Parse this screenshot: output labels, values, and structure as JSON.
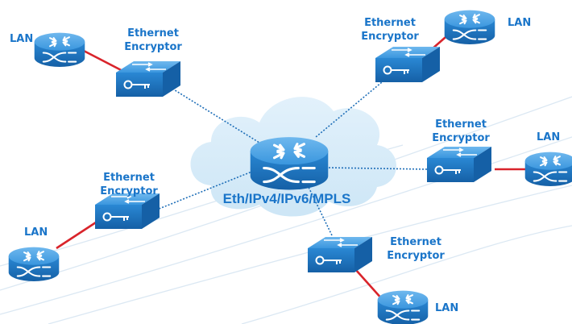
{
  "cloud": {
    "label": "Eth/IPv4/IPv6/MPLS"
  },
  "encryptors": [
    {
      "id": "top-left",
      "line1": "Ethernet",
      "line2": "Encryptor"
    },
    {
      "id": "top-right",
      "line1": "Ethernet",
      "line2": "Encryptor"
    },
    {
      "id": "right",
      "line1": "Ethernet",
      "line2": "Encryptor"
    },
    {
      "id": "left",
      "line1": "Ethernet",
      "line2": "Encryptor"
    },
    {
      "id": "bottom",
      "line1": "Ethernet",
      "line2": "Encryptor"
    }
  ],
  "lans": [
    {
      "id": "top-left",
      "label": "LAN"
    },
    {
      "id": "top-right",
      "label": "LAN"
    },
    {
      "id": "right",
      "label": "LAN"
    },
    {
      "id": "left",
      "label": "LAN"
    },
    {
      "id": "bottom",
      "label": "LAN"
    }
  ],
  "colors": {
    "device_blue": "#2a8ad6",
    "device_dark": "#1564a8",
    "label_blue": "#1a75c9",
    "cloud_fill": "#d4eaf8",
    "lan_link": "#d9242b",
    "wan_link": "#1f6fb8"
  },
  "icons": [
    "router-icon",
    "encryptor-switch-icon",
    "key-icon",
    "cloud-shape"
  ]
}
